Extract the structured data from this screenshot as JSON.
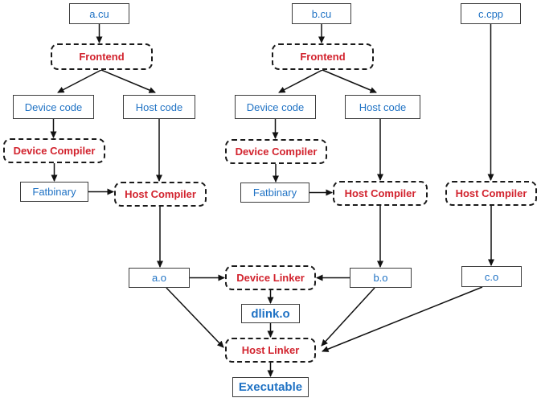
{
  "diagram_type": "flowchart",
  "colors": {
    "artifact_text_blue": "#1f72c4",
    "process_text_red": "#d2232e",
    "solid_box_border": "#3d3d3d",
    "dashed_box_border": "#1a1a1a",
    "arrow_line": "#111111",
    "background": "#ffffff"
  },
  "nodes": [
    {
      "id": "a-cu",
      "label": "a.cu",
      "kind": "artifact"
    },
    {
      "id": "frontend-a",
      "label": "Frontend",
      "kind": "process"
    },
    {
      "id": "device-code-a",
      "label": "Device code",
      "kind": "artifact"
    },
    {
      "id": "host-code-a",
      "label": "Host code",
      "kind": "artifact"
    },
    {
      "id": "device-compiler-a",
      "label": "Device Compiler",
      "kind": "process"
    },
    {
      "id": "fatbinary-a",
      "label": "Fatbinary",
      "kind": "artifact"
    },
    {
      "id": "host-compiler-a",
      "label": "Host Compiler",
      "kind": "process"
    },
    {
      "id": "b-cu",
      "label": "b.cu",
      "kind": "artifact"
    },
    {
      "id": "frontend-b",
      "label": "Frontend",
      "kind": "process"
    },
    {
      "id": "device-code-b",
      "label": "Device code",
      "kind": "artifact"
    },
    {
      "id": "host-code-b",
      "label": "Host code",
      "kind": "artifact"
    },
    {
      "id": "device-compiler-b",
      "label": "Device Compiler",
      "kind": "process"
    },
    {
      "id": "fatbinary-b",
      "label": "Fatbinary",
      "kind": "artifact"
    },
    {
      "id": "host-compiler-b",
      "label": "Host Compiler",
      "kind": "process"
    },
    {
      "id": "c-cpp",
      "label": "c.cpp",
      "kind": "artifact"
    },
    {
      "id": "host-compiler-c",
      "label": "Host Compiler",
      "kind": "process"
    },
    {
      "id": "a-o",
      "label": "a.o",
      "kind": "artifact"
    },
    {
      "id": "b-o",
      "label": "b.o",
      "kind": "artifact"
    },
    {
      "id": "c-o",
      "label": "c.o",
      "kind": "artifact"
    },
    {
      "id": "device-linker",
      "label": "Device Linker",
      "kind": "process"
    },
    {
      "id": "dlink-o",
      "label": "dlink.o",
      "kind": "artifact-emph"
    },
    {
      "id": "host-linker",
      "label": "Host Linker",
      "kind": "process"
    },
    {
      "id": "executable",
      "label": "Executable",
      "kind": "artifact-emph"
    }
  ],
  "connections": [
    {
      "from": "a-cu",
      "to": "frontend-a"
    },
    {
      "from": "frontend-a",
      "to": "device-code-a"
    },
    {
      "from": "frontend-a",
      "to": "host-code-a"
    },
    {
      "from": "device-code-a",
      "to": "device-compiler-a"
    },
    {
      "from": "device-compiler-a",
      "to": "fatbinary-a"
    },
    {
      "from": "fatbinary-a",
      "to": "host-compiler-a"
    },
    {
      "from": "host-code-a",
      "to": "host-compiler-a"
    },
    {
      "from": "host-compiler-a",
      "to": "a-o"
    },
    {
      "from": "b-cu",
      "to": "frontend-b"
    },
    {
      "from": "frontend-b",
      "to": "device-code-b"
    },
    {
      "from": "frontend-b",
      "to": "host-code-b"
    },
    {
      "from": "device-code-b",
      "to": "device-compiler-b"
    },
    {
      "from": "device-compiler-b",
      "to": "fatbinary-b"
    },
    {
      "from": "fatbinary-b",
      "to": "host-compiler-b"
    },
    {
      "from": "host-code-b",
      "to": "host-compiler-b"
    },
    {
      "from": "host-compiler-b",
      "to": "b-o"
    },
    {
      "from": "c-cpp",
      "to": "host-compiler-c"
    },
    {
      "from": "host-compiler-c",
      "to": "c-o"
    },
    {
      "from": "a-o",
      "to": "device-linker"
    },
    {
      "from": "b-o",
      "to": "device-linker"
    },
    {
      "from": "device-linker",
      "to": "dlink-o"
    },
    {
      "from": "dlink-o",
      "to": "host-linker"
    },
    {
      "from": "a-o",
      "to": "host-linker"
    },
    {
      "from": "b-o",
      "to": "host-linker"
    },
    {
      "from": "c-o",
      "to": "host-linker"
    },
    {
      "from": "host-linker",
      "to": "executable"
    }
  ],
  "edges": [
    [
      123.5,
      30,
      123.5,
      53
    ],
    [
      126,
      87,
      72,
      115
    ],
    [
      126,
      87,
      193,
      115
    ],
    [
      66.5,
      148,
      66.5,
      171
    ],
    [
      67.5,
      203,
      67.5,
      225
    ],
    [
      110,
      238.5,
      141,
      238.5
    ],
    [
      198,
      148,
      198,
      225
    ],
    [
      199,
      257,
      199,
      332
    ],
    [
      400,
      30,
      400,
      53
    ],
    [
      401,
      87,
      347,
      115
    ],
    [
      401,
      87,
      468,
      115
    ],
    [
      342.5,
      148,
      342.5,
      172
    ],
    [
      343,
      204,
      343,
      226
    ],
    [
      385,
      239.5,
      413,
      239.5
    ],
    [
      473,
      148,
      473,
      224
    ],
    [
      473,
      256,
      473,
      332
    ],
    [
      610.5,
      30,
      610.5,
      224
    ],
    [
      611,
      256,
      611,
      330
    ],
    [
      236,
      345.5,
      279,
      345.5
    ],
    [
      435,
      345.5,
      394,
      345.5
    ],
    [
      336.5,
      361,
      336.5,
      377
    ],
    [
      336.5,
      402,
      336.5,
      419
    ],
    [
      207,
      358,
      278,
      432
    ],
    [
      466,
      358,
      400,
      430
    ],
    [
      600,
      357,
      401,
      437
    ],
    [
      336.5,
      451,
      336.5,
      468
    ]
  ]
}
